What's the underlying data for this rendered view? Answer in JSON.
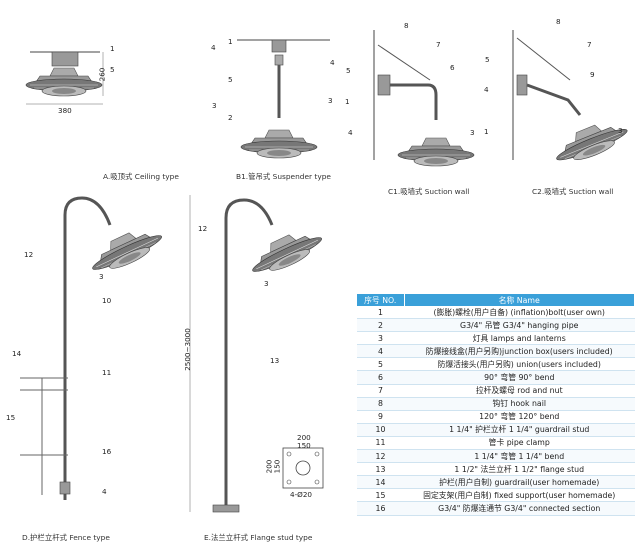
{
  "captions": {
    "a": "A.吸顶式 Ceiling type",
    "b1": "B1.管吊式 Suspender type",
    "c1": "C1.吸墙式  Suction wall",
    "c2": "C2.吸墙式  Suction wall",
    "d": "D.护栏立杆式 Fence type",
    "e": "E.法兰立杆式  Flange stud type"
  },
  "dims": {
    "height_a": "260",
    "width_a": "380",
    "pole": "2500~3000",
    "flange_top": "200",
    "flange_inner": "150",
    "flange_side1": "150",
    "flange_side2": "200",
    "flange_holes": "4-Ø20"
  },
  "callouts": [
    "1",
    "2",
    "3",
    "4",
    "5",
    "6",
    "7",
    "8",
    "9",
    "10",
    "11",
    "12",
    "13",
    "14",
    "15",
    "16"
  ],
  "table": {
    "header_no": "序号 NO.",
    "header_name": "名称 Name",
    "rows": [
      {
        "no": "1",
        "name": "(膨胀)螺栓(用户自备) (inflation)bolt(user own)"
      },
      {
        "no": "2",
        "name": "G3/4\" 吊管 G3/4\" hanging pipe"
      },
      {
        "no": "3",
        "name": "灯具 lamps and lanterns"
      },
      {
        "no": "4",
        "name": "防爆接线盒(用户另购)junction box(users included)"
      },
      {
        "no": "5",
        "name": "防爆活接头(用户另购) union(users included)"
      },
      {
        "no": "6",
        "name": "90° 弯管 90° bend"
      },
      {
        "no": "7",
        "name": "拉杆及螺母 rod and nut"
      },
      {
        "no": "8",
        "name": "钩钉 hook nail"
      },
      {
        "no": "9",
        "name": "120° 弯管 120° bend"
      },
      {
        "no": "10",
        "name": "1 1/4\" 护栏立杆 1 1/4\" guardrail stud"
      },
      {
        "no": "11",
        "name": "管卡 pipe clamp"
      },
      {
        "no": "12",
        "name": "1 1/4\" 弯管 1 1/4\" bend"
      },
      {
        "no": "13",
        "name": "1 1/2\" 法兰立杆 1 1/2\" flange stud"
      },
      {
        "no": "14",
        "name": "护栏(用户自制) guardrail(user homemade)"
      },
      {
        "no": "15",
        "name": "固定支架(用户自制) fixed support(user homemade)"
      },
      {
        "no": "16",
        "name": "G3/4\" 防爆连通节 G3/4\" connected section"
      }
    ]
  }
}
